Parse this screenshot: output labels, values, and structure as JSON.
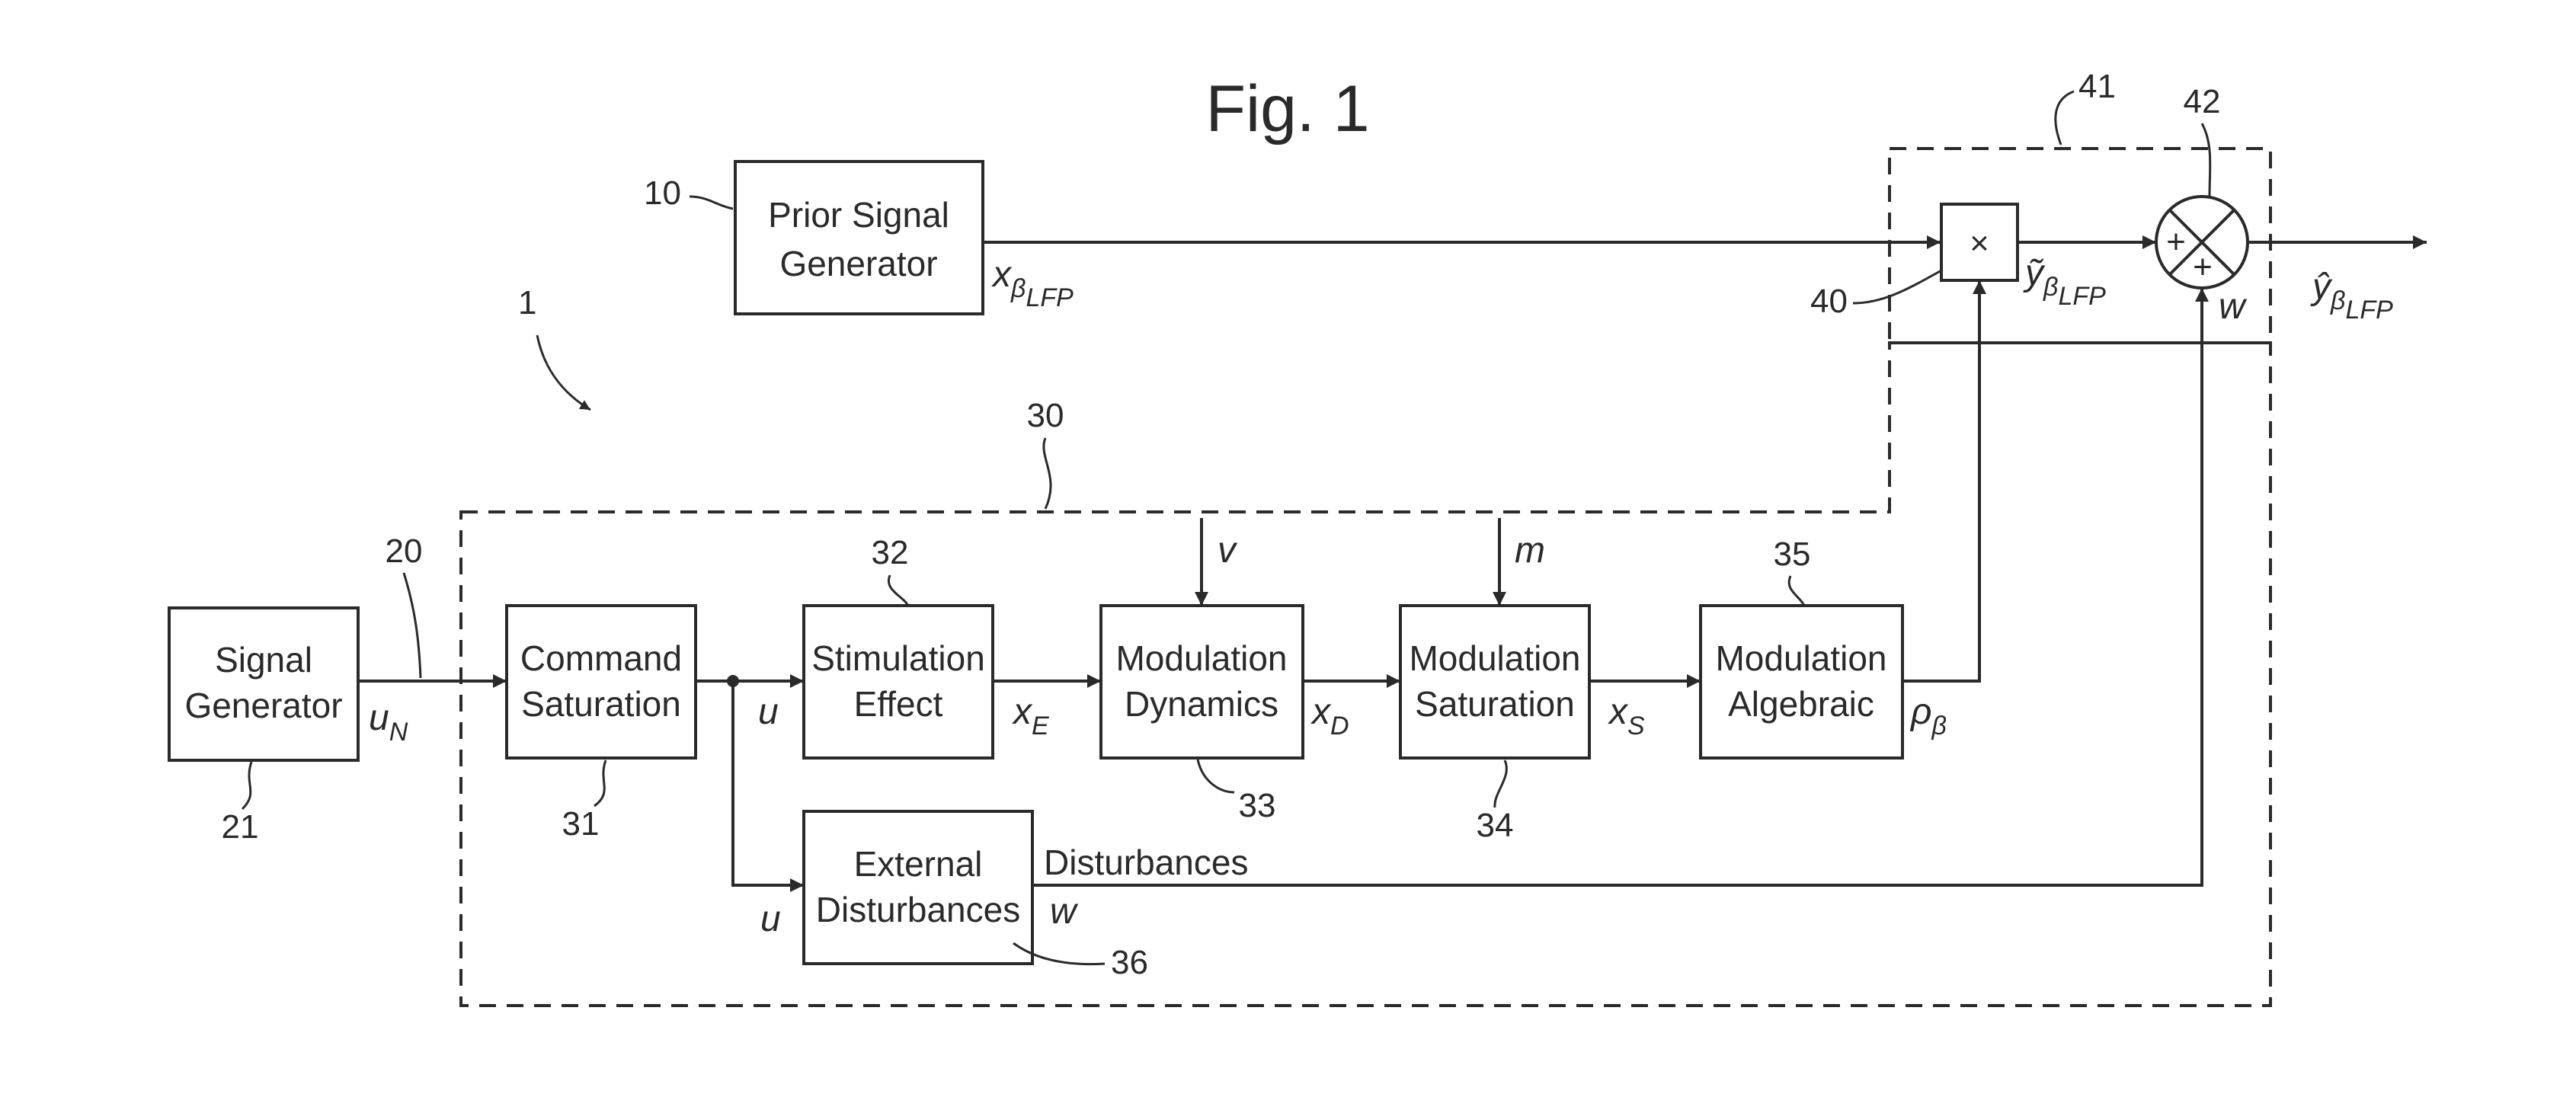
{
  "figure": {
    "title": "Fig. 1"
  },
  "blocks": {
    "prior_signal_generator": {
      "lines": [
        "Prior Signal",
        "Generator"
      ],
      "ref": "10"
    },
    "signal_generator": {
      "lines": [
        "Signal",
        "Generator"
      ],
      "ref": "21"
    },
    "command_saturation": {
      "lines": [
        "Command",
        "Saturation"
      ],
      "ref": "31"
    },
    "stimulation_effect": {
      "lines": [
        "Stimulation",
        "Effect"
      ],
      "ref": "32"
    },
    "modulation_dynamics": {
      "lines": [
        "Modulation",
        "Dynamics"
      ],
      "ref": "33"
    },
    "modulation_saturation": {
      "lines": [
        "Modulation",
        "Saturation"
      ],
      "ref": "34"
    },
    "modulation_algebraic": {
      "lines": [
        "Modulation",
        "Algebraic"
      ],
      "ref": "35"
    },
    "external_disturbances": {
      "lines": [
        "External",
        "Disturbances"
      ],
      "ref": "36"
    }
  },
  "operators": {
    "multiplier": {
      "symbol": "×",
      "ref": "40"
    },
    "summer": {
      "plus_left": "+",
      "plus_bottom": "+",
      "ref": "42"
    }
  },
  "groups": {
    "system": {
      "ref": "1"
    },
    "plant": {
      "ref": "30"
    },
    "output": {
      "ref": "41"
    },
    "input": {
      "ref": "20"
    }
  },
  "signals": {
    "x_beta_lfp": {
      "base": "x",
      "sub": "β",
      "subsub": "LFP"
    },
    "y_tilde": {
      "base": "ỹ",
      "sub": "β",
      "subsub": "LFP"
    },
    "y_hat": {
      "base": "ŷ",
      "sub": "β",
      "subsub": "LFP"
    },
    "u_n": {
      "base": "u",
      "sub": "N"
    },
    "u_main": {
      "base": "u"
    },
    "u_branch": {
      "base": "u"
    },
    "x_e": {
      "base": "x",
      "sub": "E"
    },
    "x_d": {
      "base": "x",
      "sub": "D"
    },
    "x_s": {
      "base": "x",
      "sub": "S"
    },
    "rho_beta": {
      "base": "ρ",
      "sub": "β"
    },
    "v": {
      "base": "v"
    },
    "m": {
      "base": "m"
    },
    "w_disturb": {
      "base": "w"
    },
    "w_sum": {
      "base": "w"
    },
    "disturbances_label": "Disturbances"
  }
}
